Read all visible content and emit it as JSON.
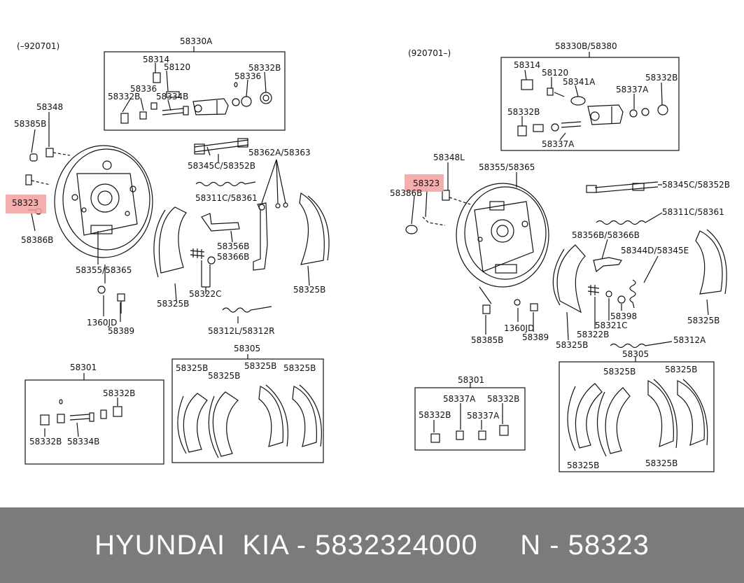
{
  "left": {
    "date": "(–920701)",
    "box_title": "58330A",
    "box_labels": [
      "58314",
      "58120",
      "58332B",
      "58336",
      "58336",
      "58332B",
      "58334B"
    ],
    "shoe_box_title": "58305",
    "shoe_box_labels": [
      "58325B",
      "58325B",
      "58325B",
      "58325B"
    ],
    "parts_box_title": "58301",
    "parts_box_labels": [
      "58332B",
      "58332B",
      "58334B"
    ],
    "labels": [
      "58348",
      "58385B",
      "58323",
      "58386B",
      "58355/58365",
      "1360JD",
      "58389",
      "58345C/58352B",
      "58362A/58363",
      "58311C/58361",
      "58356B",
      "58366B",
      "58322C",
      "58325B",
      "58325B",
      "58312L/58312R"
    ]
  },
  "right": {
    "date": "(920701–)",
    "box_title": "58330B/58380",
    "box_labels": [
      "58314",
      "58120",
      "58341A",
      "58332B",
      "58337A",
      "58332B",
      "58337A"
    ],
    "shoe_box_title": "58305",
    "shoe_box_labels": [
      "58325B",
      "58325B",
      "58325B",
      "58325B"
    ],
    "parts_box_title": "58301",
    "parts_box_labels": [
      "58337A",
      "58332B",
      "58332B",
      "58337A"
    ],
    "labels": [
      "58348L",
      "58323",
      "58386B",
      "58355/58365",
      "58345C/58352B",
      "58311C/58361",
      "58356B/58366B",
      "58344D/58345E",
      "58398",
      "58321C",
      "58322B",
      "58325B",
      "58325B",
      "1360JD",
      "58389",
      "58385B",
      "58312A"
    ]
  },
  "highlight_color": "#f2a0a0",
  "footer": {
    "text": "HYUNDAI  KIA - 5832324000     N - 58323"
  }
}
